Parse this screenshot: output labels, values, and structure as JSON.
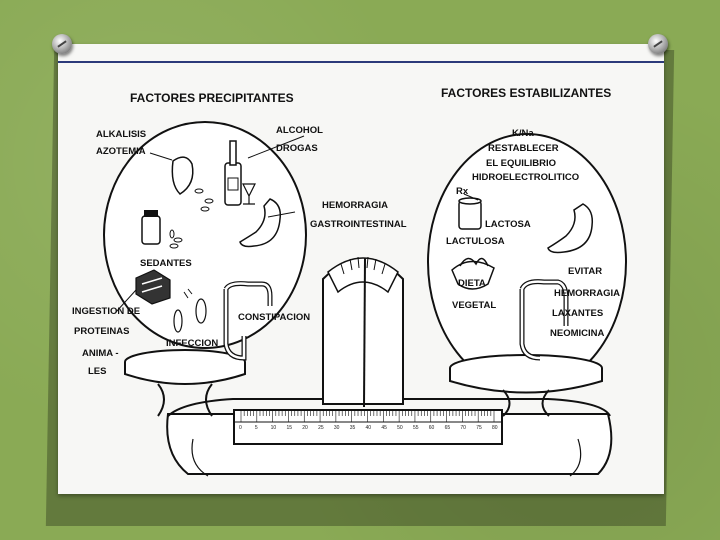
{
  "left_panel": {
    "title": "FACTORES PRECIPITANTES",
    "items": [
      "ALKALISIS",
      "AZOTEMIA",
      "ALCOHOL",
      "DROGAS",
      "SEDANTES",
      "INGESTION DE",
      "PROTEINAS",
      "ANIMA -",
      "LES",
      "INFECCION",
      "CONSTIPACION"
    ]
  },
  "center": {
    "items": [
      "HEMORRAGIA",
      "GASTROINTESTINAL"
    ]
  },
  "right_panel": {
    "title": "FACTORES ESTABILIZANTES",
    "items": [
      "K/Na",
      "RESTABLECER",
      "EL EQUILIBRIO",
      "HIDROELECTROLITICO",
      "Rx",
      "LACTOSA",
      "LACTULOSA",
      "EVITAR",
      "HEMORRAGIA",
      "DIETA",
      "VEGETAL",
      "LAXANTES",
      "NEOMICINA"
    ]
  },
  "ruler": {
    "ticks": [
      "0",
      "5",
      "10",
      "15",
      "20",
      "25",
      "30",
      "35",
      "40",
      "45",
      "50",
      "55",
      "60",
      "65",
      "70",
      "75",
      "80"
    ]
  },
  "colors": {
    "background": "#8aaa55",
    "paper": "#f7f7f5",
    "accent_line": "#2c3a7a"
  }
}
